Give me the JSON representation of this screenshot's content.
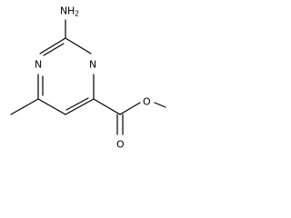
{
  "structure": {
    "ring_n_left": "N",
    "ring_n_right": "N",
    "amino_N": "N",
    "amino_H": "H",
    "amino_H_count": "2",
    "carbonyl_O": "O",
    "ester_O": "O"
  },
  "colors": {
    "bond": "#000000",
    "text": "#000000",
    "background": "#ffffff"
  }
}
